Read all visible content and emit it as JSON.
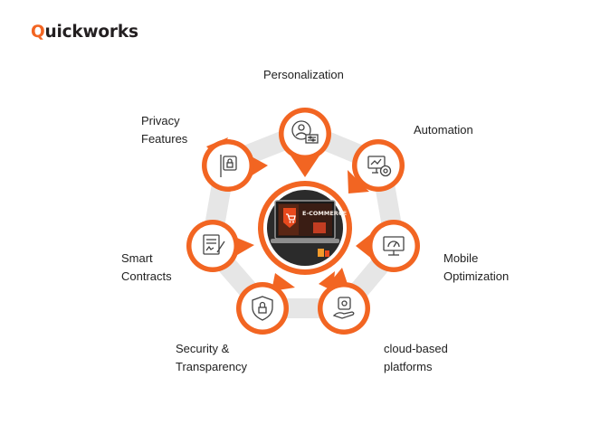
{
  "brand": {
    "first_letter": "Q",
    "rest": "uickworks"
  },
  "colors": {
    "accent": "#f26522",
    "ring": "#e6e6e6",
    "icon": "#444444",
    "text": "#222222"
  },
  "center": {
    "image_icon": "laptop-ecommerce-shop",
    "image_text": "E-COMMERCE"
  },
  "nodes": [
    {
      "id": "personalization",
      "icon": "user-settings-icon",
      "label_lines": [
        "Personalization"
      ]
    },
    {
      "id": "automation",
      "icon": "monitor-gear-icon",
      "label_lines": [
        "Automation"
      ]
    },
    {
      "id": "mobile-optimization",
      "icon": "speedometer-monitor-icon",
      "label_lines": [
        "Mobile",
        "Optimization"
      ]
    },
    {
      "id": "cloud-based-platforms",
      "icon": "hand-gear-icon",
      "label_lines": [
        "cloud-based",
        "platforms"
      ]
    },
    {
      "id": "security-transparency",
      "icon": "shield-lock-icon",
      "label_lines": [
        "Security &",
        "Transparency"
      ]
    },
    {
      "id": "smart-contracts",
      "icon": "contract-signature-icon",
      "label_lines": [
        "Smart",
        "Contracts"
      ]
    },
    {
      "id": "privacy-features",
      "icon": "lock-sign-icon",
      "label_lines": [
        "Privacy",
        "Features"
      ]
    }
  ]
}
